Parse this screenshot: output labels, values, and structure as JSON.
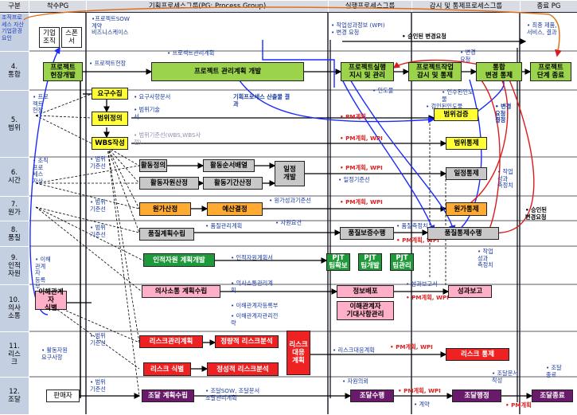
{
  "headers": {
    "category": "구분",
    "initiating": "착수PG",
    "planning": "기획프로세스그룹(PG: Process Group)",
    "executing": "실행프로세스그룹",
    "monitoring": "감시 및 통제프로세스그룹",
    "closing": "종료 PG"
  },
  "rows": [
    {
      "label": "4.\n통합"
    },
    {
      "label": "5.\n범위"
    },
    {
      "label": "6.\n시간"
    },
    {
      "label": "7.\n원가"
    },
    {
      "label": "8.\n품질"
    },
    {
      "label": "9.\n인적\n자원"
    },
    {
      "label": "10.\n의사\n소통"
    },
    {
      "label": "11.\n리스\n크"
    },
    {
      "label": "12.\n조달"
    }
  ],
  "boxes": {
    "charter": "프로젝트\n헌장개발",
    "pmplan": "프로젝트 관리계획 개발",
    "direct": "프로젝트실행\n지시 및 관리",
    "monitor": "프로젝트작업\n감시 및 통제",
    "integrated_change": "통합\n변경 통제",
    "close": "프로젝트\n단계 종료",
    "collect_req": "요구수집",
    "define_scope": "범위정의",
    "wbs": "WBS작성",
    "verify_scope": "범위검증",
    "control_scope": "범위통제",
    "define_act": "활동정의",
    "sequence": "활동순서배열",
    "estimate_res": "활동자원산정",
    "estimate_dur": "활동기간산정",
    "schedule": "일정\n개발",
    "control_schedule": "일정통제",
    "estimate_cost": "원가산정",
    "budget": "예산결정",
    "control_cost": "원가통제",
    "plan_quality": "품질계획수립",
    "qa": "품질보증수행",
    "qc": "품질통제수행",
    "hr_plan": "인적자원 계획개발",
    "acquire": "PJT\n팀확보",
    "develop": "PJT\n팀개발",
    "manage": "PJT\n팀관리",
    "identify_sh": "이해관계자\n식별",
    "comm_plan": "의사소통 계획수립",
    "distribute": "정보배포",
    "manage_exp": "이해관계자\n기대사항관리",
    "report": "성과보고",
    "risk_plan": "리스크관리계획",
    "risk_qual_top": "정량적 리스크분석",
    "risk_id": "리스크 식별",
    "risk_qual": "정성적 리스크분석",
    "risk_resp": "리스크\n대응\n계획",
    "risk_ctrl": "리스크 통제",
    "seller": "판매자",
    "proc_plan": "조달 계획수립",
    "proc_exec": "조달수행",
    "proc_admin": "조달행정",
    "proc_close": "조달종료",
    "org1": "기업\n조직",
    "org2": "스폰\n서"
  },
  "labels": {
    "asset": "조직프로\n세스 자산\n기업환경\n요인",
    "sow": "•프로젝트SOW\n계약\n비즈니스케이스",
    "charter_in": "• 프로젝트헌장",
    "pmplan_in": "• 프로젝트관리계획",
    "work_perf": "• 작업성과정보 (WPI)\n• 변경 요청",
    "approved_change": "• 승인된 변경요청",
    "change_req": "• 변경\n요청",
    "final": "• 최종 제품,\n서비스, 결과",
    "req_doc": "• 요구사항문서",
    "scope_stmt": "• 범위기술\n서",
    "baseline": "• 범위기준선(WBS,WBS사\n전)",
    "plan_docs": "기획프로세스 산출물 결\n과",
    "deliverable": "• 인도물",
    "acceptance": "• 인수된인도\n물",
    "accepted": "• 검인된인도물",
    "change_ctrl": "• 변경\n요청\n결정",
    "pm_plan_wpi1": "• PM계획",
    "pm_plan_wpi2": "• PM계획, WPI",
    "pm_plan_wpi3": "• PM계획, WPI",
    "pm_plan_wpi4": "• PM계획, WPI",
    "pm_plan_wpi5": "• PM계획, WPI",
    "pm_plan_wpi6": "• PM계획, WPI",
    "pm_plan_wpi7": "• PM계획, WPI",
    "pm_plan_wpi8": "• PM계획",
    "pm_plan_wpi9": "• PM계획, WPI",
    "schedule_base": "• 일정기준선",
    "cost_base": "• 원가성과기준선",
    "quality_plan": "• 품질관리계획",
    "quality_metric": "• 품질측정치",
    "quality_change": "• 자원요건",
    "hr_plan_out": "• 인적자원계획서",
    "comm_plan_out": "• 의사소통관리계\n획",
    "sh_register": "• 이해관계자등록부",
    "sh_strategy": "• 이해관계자관리전\n략",
    "perf_report": "• 성과보고서",
    "risk_register": "• 리스크대응계획",
    "proc_sow": "• 조달SOW, 조달문서\n조달관리계획",
    "seller_resp": "• 자원의뢰",
    "contract": "• 계약",
    "proc_docs": "• 조달문서\n작성",
    "proc_close_out": "• 조달\n종료",
    "activity_res": "• 활동자원\n요구사항",
    "scope_base": "• 범위\n기준선",
    "scope_base2": "• 범위\n기준선",
    "scope_base3": "• 범위\n기준선",
    "scope_base4": "• 범위\n기준선",
    "scope_base5": "• 범위\n기준선",
    "scope_base6": "• 범위\n기준선",
    "charter_sh": "• 프로\n젝트\n헌장",
    "asset2": "• 조직\n프로\n세스\n자산",
    "sh_req": "• 이해\n관계\n자\n등록\n부",
    "work_perf2": "• 작업\n성과\n측정치",
    "work_perf3": "• 작업\n성과\n측정치",
    "perf_report2": "• 성과보고서",
    "approved2": "• 승인된\n변경요청",
    "quality_metric2": "• 품질측정치",
    "risk_req": "• 활동자원\n요구사항"
  },
  "colors": {
    "header_bg": "#d9dce3",
    "row_bg": "#c5cfe2",
    "integration": "#9bd34a",
    "scope_time": "#ffff33",
    "cost": "#ffaa33",
    "quality": "#c8c8c8",
    "hr": "#1f9a3a",
    "comm": "#ffb0c8",
    "risk": "#ee2222",
    "procurement": "#6a1a6a",
    "arrow_blue": "#1a2aff",
    "arrow_red": "#dd1a1a",
    "arrow_orange": "#e0701a"
  }
}
